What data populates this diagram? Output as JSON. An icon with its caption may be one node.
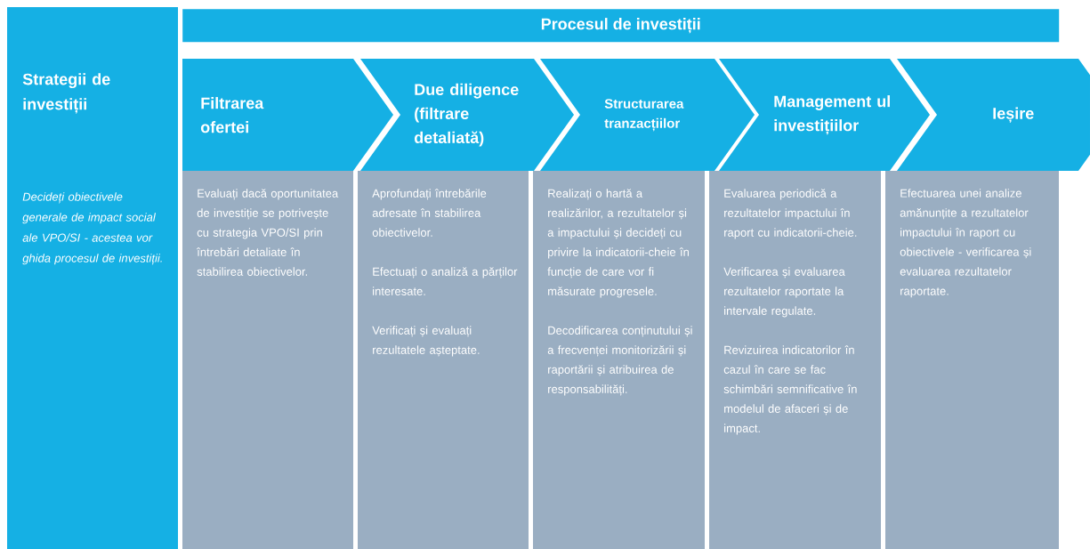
{
  "diagram": {
    "nodes": [
      {
        "text": [
          "Strategii de investiții",
          "Decideți obiectivele generale de impact social ale VPO/SI - acestea vor ghida procesul de investiții."
        ]
      },
      {
        "text": [
          "Procesul de investiții"
        ]
      },
      {
        "text": [
          "Filtrarea ofertei"
        ]
      },
      {
        "text": [
          "Due diligence (filtrare detaliată)"
        ]
      },
      {
        "text": [
          "Structurarea tranzacțiilor"
        ]
      },
      {
        "text": [
          "Management ul investițiilor"
        ]
      },
      {
        "text": [
          "Ieșire"
        ]
      },
      {
        "text": [
          "Evaluați dacă oportunitatea de investiție se potrivește cu strategia VPO/SI prin întrebări detaliate în stabilirea obiectivelor."
        ]
      },
      {
        "text": [
          "Aprofundați întrebările adresate în stabilirea obiectivelor.",
          "Efectuați o analiză a părților interesate.",
          "Verificați și evaluați rezultatele așteptate."
        ]
      },
      {
        "text": [
          "Realizați o hartă a realizărilor, a rezultatelor și a impactului și decideți cu privire la indicatorii-cheie în funcție de care vor fi măsurate progresele.",
          "Decodificarea conținutului și a frecvenței monitorizării și raportării și atribuirea de responsabilități."
        ]
      },
      {
        "text": [
          "Evaluarea periodică a rezultatelor impactului în raport cu indicatorii-cheie.",
          "Verificarea și evaluarea rezultatelor raportate la intervale regulate.",
          "Revizuirea indicatorilor în cazul în care se fac schimbări semnificative în modelul de afaceri și de impact."
        ]
      },
      {
        "text": [
          "Efectuarea unei analize amănunțite a rezultatelor impactului în raport cu obiectivele - verificarea și evaluarea rezultatelor raportate."
        ]
      }
    ]
  }
}
